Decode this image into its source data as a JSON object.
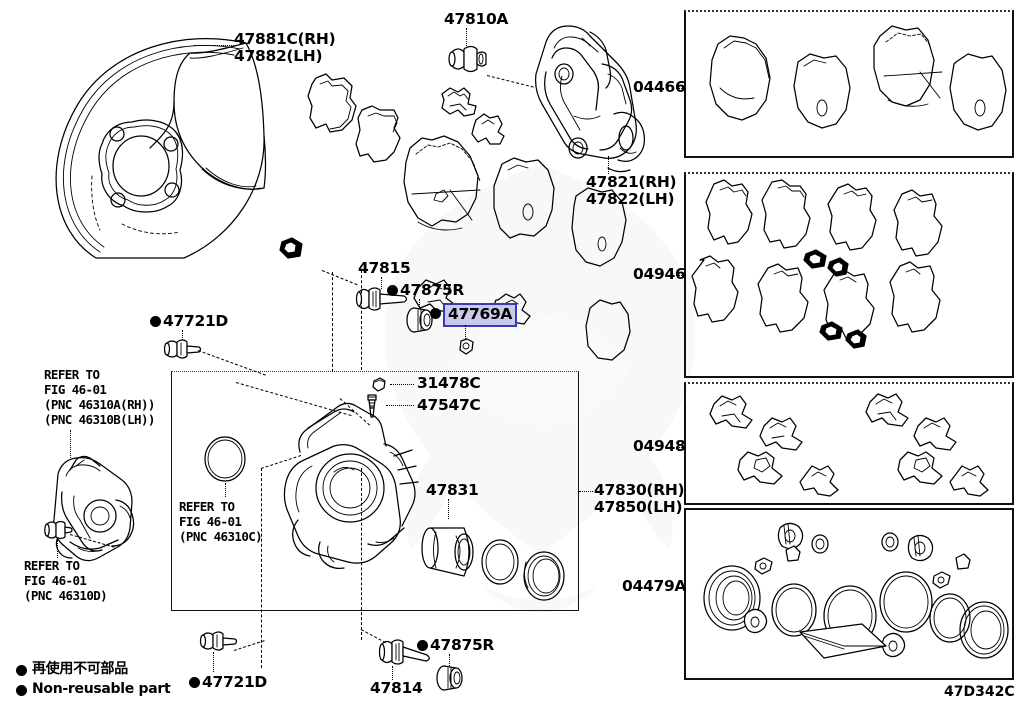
{
  "diagram": {
    "code": "47D342C",
    "legend": {
      "japanese": "再使用不可部品",
      "english": "Non-reusable part"
    }
  },
  "callouts": {
    "backing_plate_rh": "47881C(RH)",
    "backing_plate_lh": "47882(LH)",
    "bolt_47810a": "47810A",
    "bracket_rh": "47821(RH)",
    "bracket_lh": "47822(LH)",
    "pin_47815": "47815",
    "bushing_47875r_top": "47875R",
    "selected_part": "47769A",
    "bolt_47721d_upper": "47721D",
    "bolt_47721d_lower": "47721D",
    "bleeder_cap_31478C": "31478C",
    "bleeder_screw_47547C": "47547C",
    "piston_47831": "47831",
    "caliper_rh": "47830(RH)",
    "caliper_lh": "47850(LH)",
    "pin_47814": "47814",
    "bushing_47875r_bottom": "47875R"
  },
  "refer_notes": {
    "note_a": {
      "line1": "REFER TO",
      "line2": "FIG 46-01",
      "line3": "(PNC 46310A(RH))",
      "line4": "(PNC 46310B(LH))"
    },
    "note_b": {
      "line1": "REFER TO",
      "line2": "FIG 46-01",
      "line3": "(PNC 46310D)"
    },
    "note_c": {
      "line1": "REFER TO",
      "line2": "FIG 46-01",
      "line3": "(PNC 46310C)"
    }
  },
  "kit_panels": [
    {
      "label": "04466",
      "name": "brake-pad-kit"
    },
    {
      "label": "04946",
      "name": "shim-kit"
    },
    {
      "label": "04948",
      "name": "fitting-kit"
    },
    {
      "label": "04479A",
      "name": "seal-kit"
    }
  ],
  "colors": {
    "highlight_fill": "#c9c9ec",
    "highlight_border": "#3b3bb0",
    "line": "#000000",
    "background": "#ffffff"
  }
}
